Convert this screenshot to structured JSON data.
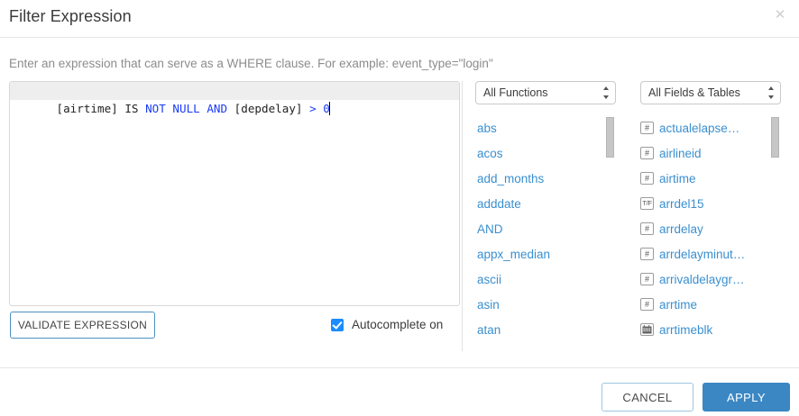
{
  "dialog": {
    "title": "Filter Expression",
    "close_icon": "close-icon",
    "hint": "Enter an expression that can serve as a WHERE clause. For example: event_type=\"login\""
  },
  "editor": {
    "value": "[airtime] IS NOT NULL AND [depdelay] > 0",
    "tokens": [
      {
        "text": "[airtime] IS ",
        "type": "plain"
      },
      {
        "text": "NOT NULL AND",
        "type": "keyword"
      },
      {
        "text": " [depdelay] ",
        "type": "plain"
      },
      {
        "text": ">",
        "type": "operator"
      },
      {
        "text": " ",
        "type": "plain"
      },
      {
        "text": "0",
        "type": "number"
      }
    ],
    "caret_visible": true
  },
  "actions": {
    "validate_label": "VALIDATE EXPRESSION",
    "autocomplete_label": "Autocomplete on",
    "autocomplete_checked": true
  },
  "functions_panel": {
    "dropdown_value": "All Functions",
    "scrollbar": true,
    "items": [
      {
        "label": "abs"
      },
      {
        "label": "acos"
      },
      {
        "label": "add_months"
      },
      {
        "label": "adddate"
      },
      {
        "label": "AND"
      },
      {
        "label": "appx_median"
      },
      {
        "label": "ascii"
      },
      {
        "label": "asin"
      },
      {
        "label": "atan"
      }
    ]
  },
  "fields_panel": {
    "dropdown_value": "All Fields & Tables",
    "scrollbar": true,
    "items": [
      {
        "label": "actualelapse…",
        "type": "number",
        "type_icon": "hash-icon"
      },
      {
        "label": "airlineid",
        "type": "number",
        "type_icon": "hash-icon"
      },
      {
        "label": "airtime",
        "type": "number",
        "type_icon": "hash-icon"
      },
      {
        "label": "arrdel15",
        "type": "boolean",
        "type_icon": "true-false-icon"
      },
      {
        "label": "arrdelay",
        "type": "number",
        "type_icon": "hash-icon"
      },
      {
        "label": "arrdelayminut…",
        "type": "number",
        "type_icon": "hash-icon"
      },
      {
        "label": "arrivaldelaygr…",
        "type": "number",
        "type_icon": "hash-icon"
      },
      {
        "label": "arrtime",
        "type": "number",
        "type_icon": "hash-icon"
      },
      {
        "label": "arrtimeblk",
        "type": "date",
        "type_icon": "calendar-icon"
      }
    ]
  },
  "footer": {
    "cancel_label": "CANCEL",
    "apply_label": "APPLY"
  },
  "colors": {
    "accent": "#3a87c4",
    "link": "#3a8fd0",
    "keyword": "#1a3cf5",
    "checkbox": "#1a8cff",
    "border": "#e6e6e6"
  }
}
